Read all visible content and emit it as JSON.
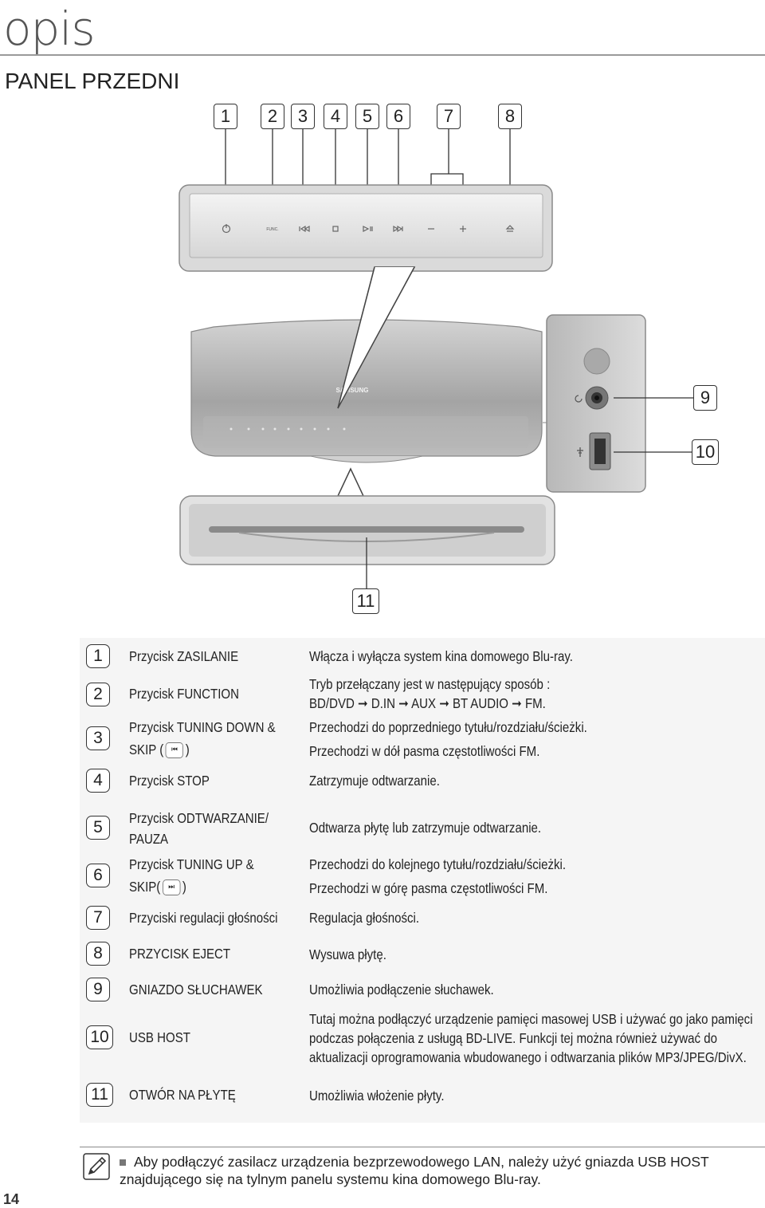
{
  "header": {
    "section_word": "opis",
    "title": "PANEL PRZEDNI"
  },
  "diagram": {
    "callouts": [
      "1",
      "2",
      "3",
      "4",
      "5",
      "6",
      "7",
      "8",
      "9",
      "10",
      "11"
    ],
    "func_label": "FUNC.",
    "brand_logo": "SAMSUNG",
    "panel_icons": [
      "power-icon",
      "function-icon",
      "skip-back-icon",
      "stop-icon",
      "play-pause-icon",
      "skip-forward-icon",
      "minus-icon",
      "plus-icon",
      "eject-icon"
    ]
  },
  "table": {
    "rows": [
      {
        "num": "1",
        "label": "Przycisk ZASILANIE",
        "desc": [
          "Włącza i wyłącza system kina domowego Blu-ray."
        ]
      },
      {
        "num": "2",
        "label": "Przycisk FUNCTION",
        "desc": [
          "Tryb przełączany jest w następujący sposób :",
          "BD/DVD ➞ D.IN ➞ AUX ➞ BT AUDIO ➞ FM."
        ]
      },
      {
        "num": "3",
        "label": "Przycisk TUNING DOWN &",
        "label2": "SKIP (",
        "label2_end": ")",
        "desc": [
          "Przechodzi do poprzedniego tytułu/rozdziału/ścieżki.",
          "Przechodzi w dół pasma częstotliwości FM."
        ]
      },
      {
        "num": "4",
        "label": "Przycisk STOP",
        "desc": [
          "Zatrzymuje odtwarzanie."
        ]
      },
      {
        "num": "5",
        "label": "Przycisk ODTWARZANIE/",
        "label2": "PAUZA",
        "desc": [
          "Odtwarza płytę lub zatrzymuje odtwarzanie."
        ]
      },
      {
        "num": "6",
        "label": "Przycisk TUNING UP &",
        "label2": "SKIP(",
        "label2_end": ")",
        "desc": [
          "Przechodzi do kolejnego tytułu/rozdziału/ścieżki.",
          "Przechodzi w górę pasma częstotliwości FM."
        ]
      },
      {
        "num": "7",
        "label": "Przyciski regulacji głośności",
        "desc": [
          "Regulacja głośności."
        ]
      },
      {
        "num": "8",
        "label": "PRZYCISK EJECT",
        "desc": [
          "Wysuwa płytę."
        ]
      },
      {
        "num": "9",
        "label": "GNIAZDO SŁUCHAWEK",
        "desc": [
          "Umożliwia podłączenie słuchawek."
        ]
      },
      {
        "num": "10",
        "label": "USB HOST",
        "desc": [
          "Tutaj można podłączyć urządzenie pamięci masowej USB i używać go jako pamięci",
          "podczas połączenia z usługą BD-LIVE. Funkcji tej można również używać do",
          "aktualizacji oprogramowania wbudowanego i odtwarzania plików MP3/JPEG/DivX."
        ]
      },
      {
        "num": "11",
        "label": "OTWÓR NA PŁYTĘ",
        "desc": [
          "Umożliwia włożenie płyty."
        ]
      }
    ]
  },
  "note": {
    "icon": "note-pencil-icon",
    "text": "Aby podłączyć zasilacz urządzenia bezprzewodowego LAN, należy użyć gniazda USB HOST znajdującego się na tylnym panelu systemu kina domowego Blu-ray."
  },
  "page_number": "14"
}
